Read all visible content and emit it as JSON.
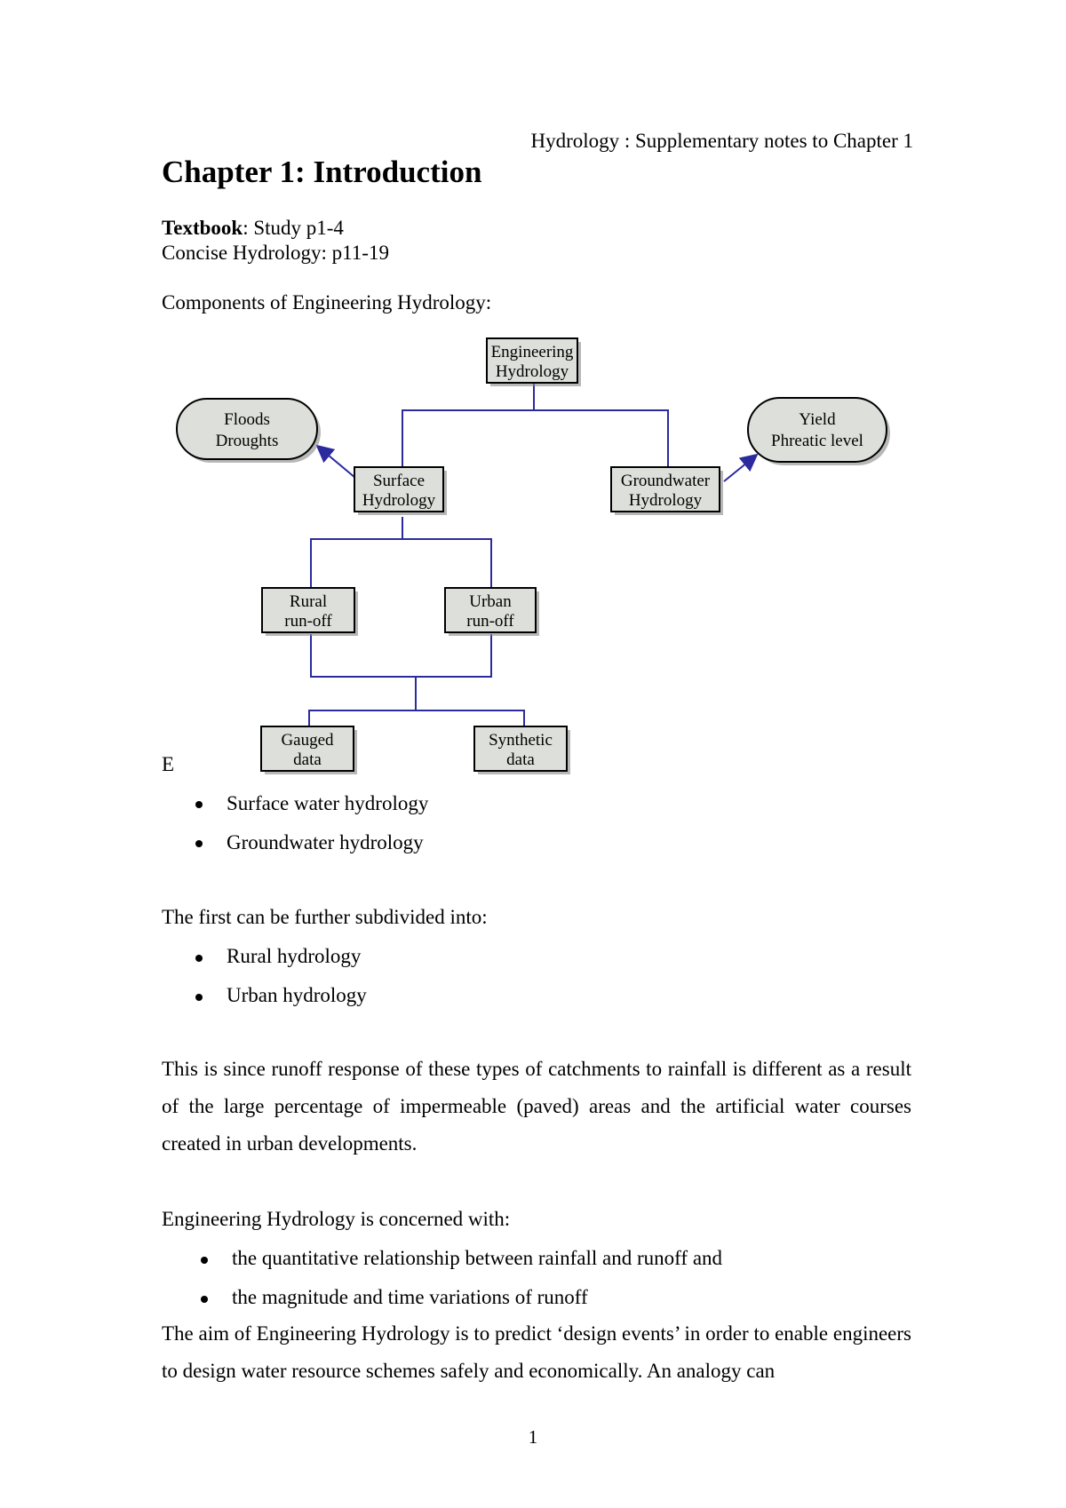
{
  "header": {
    "running_head": "Hydrology : Supplementary notes to Chapter 1"
  },
  "chapter": {
    "title": "Chapter 1: Introduction"
  },
  "textbook": {
    "label": "Textbook",
    "study": ": Study p1-4",
    "concise": "Concise Hydrology: p11-19"
  },
  "components_intro": "Components of Engineering Hydrology:",
  "diagram": {
    "root": [
      "Engineering",
      "Hydrology"
    ],
    "surface": [
      "Surface",
      "Hydrology"
    ],
    "groundwater": [
      "Groundwater",
      "Hydrology"
    ],
    "floods": [
      "Floods",
      "Droughts"
    ],
    "yield": [
      "Yield",
      "Phreatic level"
    ],
    "rural": [
      "Rural",
      "run-off"
    ],
    "urban": [
      "Urban",
      "run-off"
    ],
    "gauged": [
      "Gauged",
      "data"
    ],
    "synthetic": [
      "Synthetic",
      "data"
    ],
    "line_color": "#2b2b9e",
    "box_fill": "#dde0da"
  },
  "stray_letter": "E",
  "list1": [
    "Surface water hydrology",
    "Groundwater hydrology"
  ],
  "subdivided_intro": "The first can be further subdivided into:",
  "list2": [
    "Rural hydrology",
    "Urban hydrology"
  ],
  "para1": "This is since runoff response of these types of catchments to rainfall is different as a result of the large percentage of impermeable (paved) areas and the artificial water courses created in urban developments.",
  "concerned_intro": "Engineering Hydrology is concerned with:",
  "list3": [
    "the quantitative relationship between rainfall and runoff and",
    "the magnitude and time variations of runoff"
  ],
  "para2": "The aim of Engineering Hydrology is to predict ‘design events’ in order to enable engineers to design water resource schemes safely and economically.  An analogy can",
  "footer": {
    "page_number": "1"
  }
}
